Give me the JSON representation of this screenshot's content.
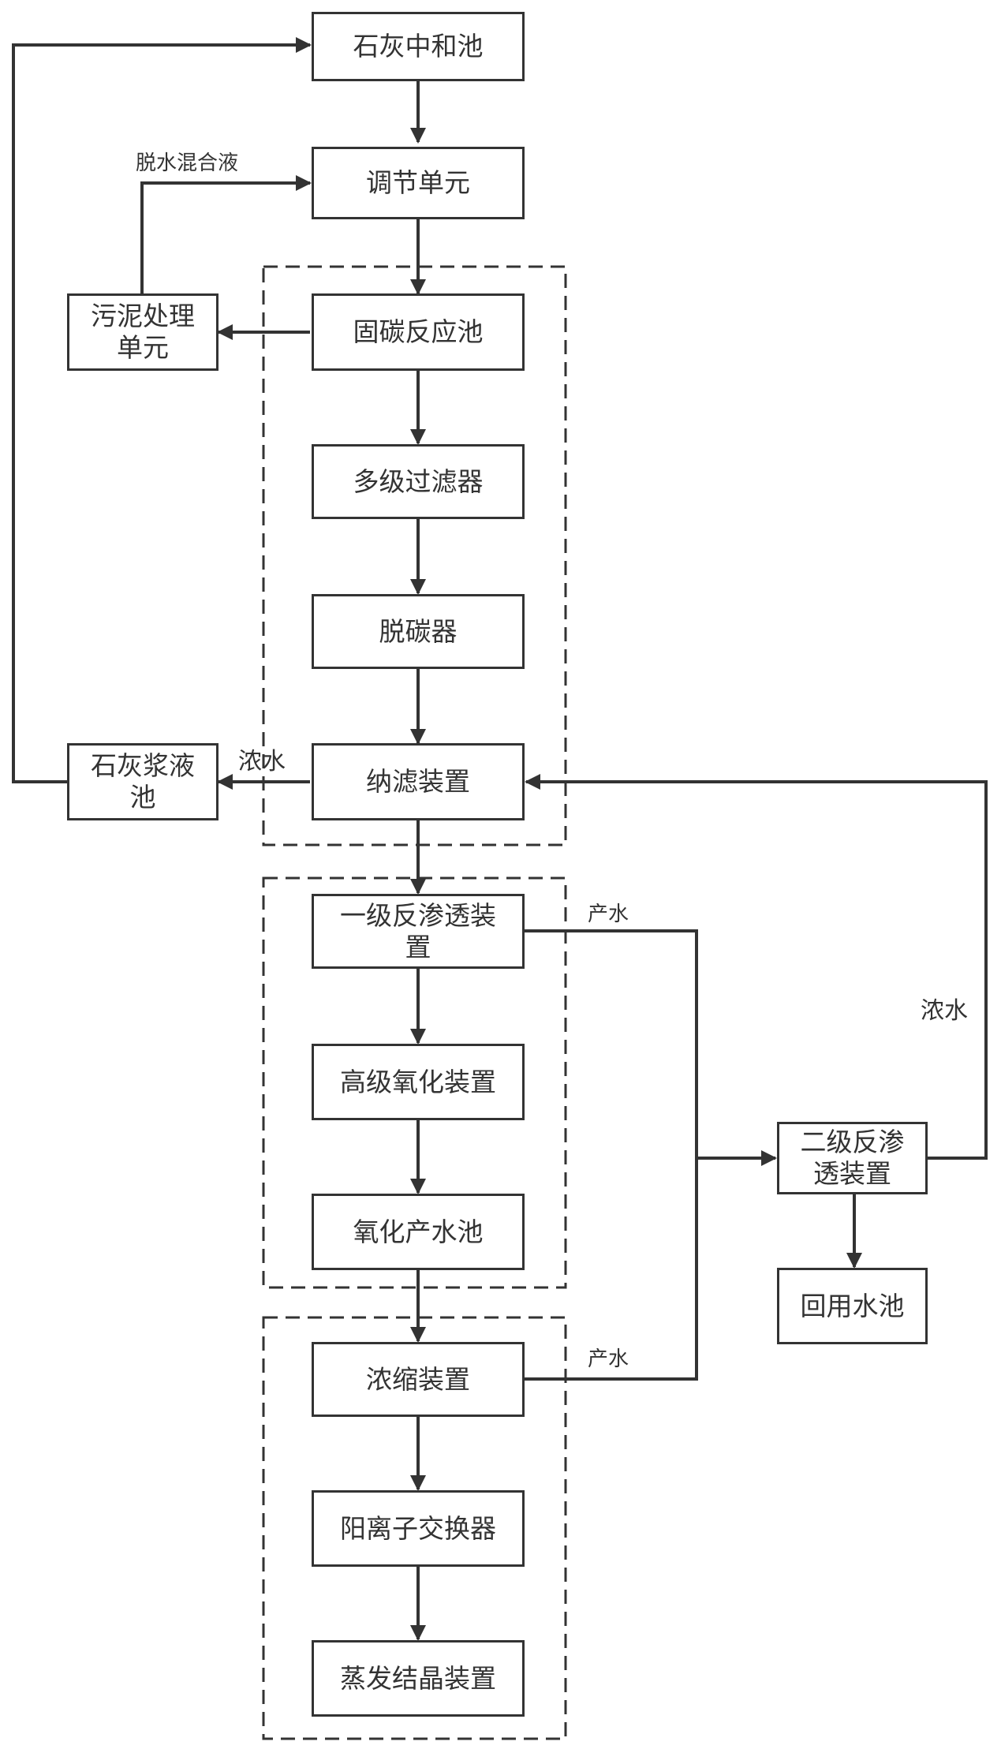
{
  "nodes": {
    "lime_neutralization_tank": "石灰中和池",
    "regulating_unit": "调节单元",
    "sludge_treatment_unit_line1": "污泥处理",
    "sludge_treatment_unit_line2": "单元",
    "carbon_fixation_tank": "固碳反应池",
    "multistage_filter": "多级过滤器",
    "decarbonizer": "脱碳器",
    "nanofiltration_device": "纳滤装置",
    "lime_slurry_tank_line1": "石灰浆液",
    "lime_slurry_tank_line2": "池",
    "primary_ro_line1": "一级反渗透装",
    "primary_ro_line2": "置",
    "advanced_oxidation": "高级氧化装置",
    "oxidation_product_tank": "氧化产水池",
    "secondary_ro_line1": "二级反渗",
    "secondary_ro_line2": "透装置",
    "reuse_water_tank": "回用水池",
    "concentration_device": "浓缩装置",
    "cation_exchanger": "阳离子交换器",
    "evaporative_crystallizer": "蒸发结晶装置"
  },
  "edge_labels": {
    "dewatering_mixture": "脱水混合液",
    "concentrate_to_slurry": "浓水",
    "product_water_ro": "产水",
    "concentrate_return": "浓水",
    "product_water_concentration": "产水"
  },
  "colors": {
    "stroke": "#333333",
    "background": "#ffffff"
  }
}
